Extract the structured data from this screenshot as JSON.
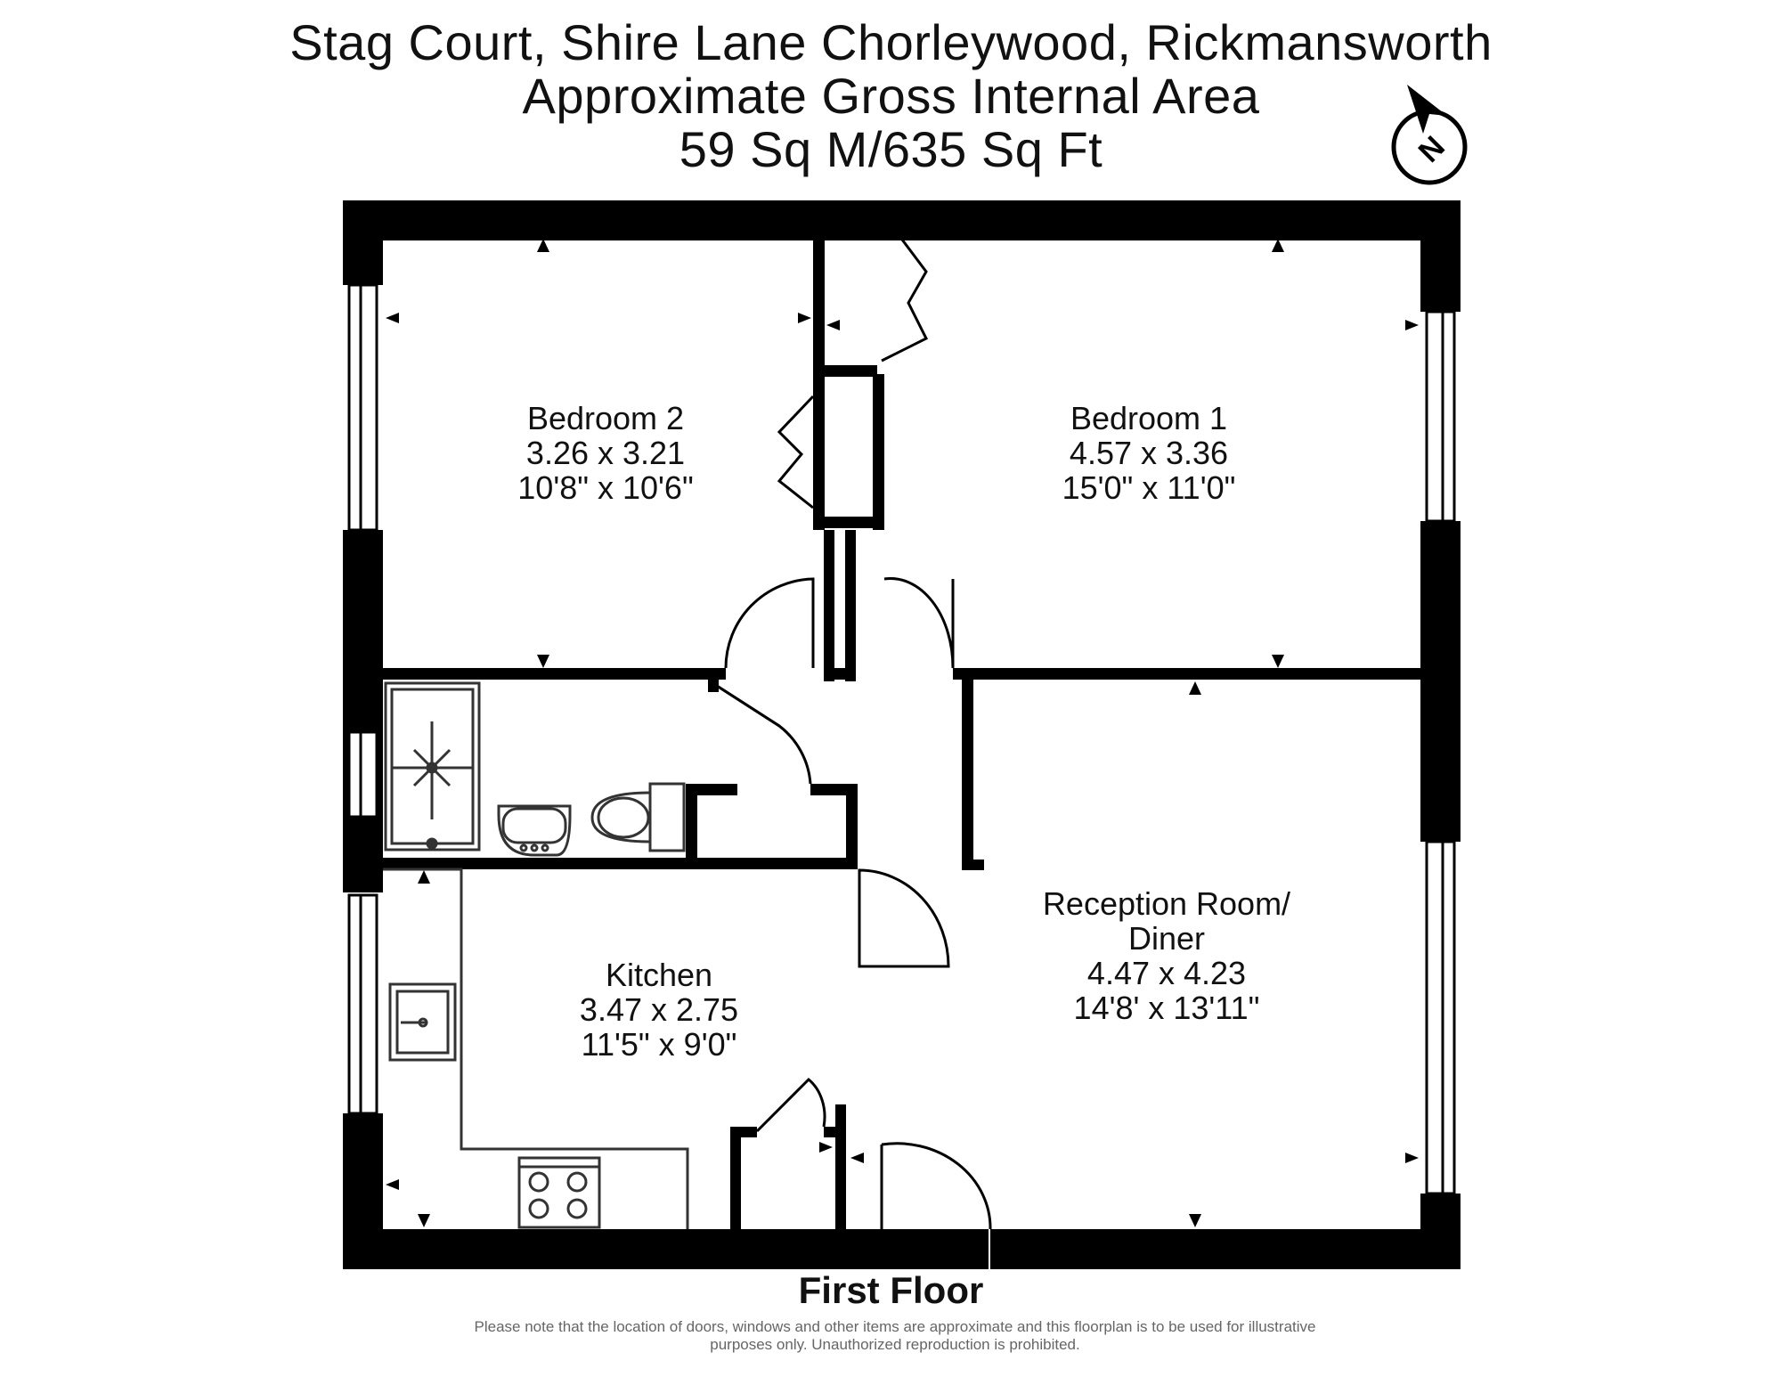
{
  "header": {
    "line1": "Stag Court, Shire Lane Chorleywood, Rickmansworth",
    "line2": "Approximate Gross Internal Area",
    "line3": "59 Sq M/635 Sq Ft"
  },
  "compass": {
    "letter": "N",
    "icon": "north-arrow-icon"
  },
  "rooms": {
    "bedroom2": {
      "name": "Bedroom 2",
      "metric": "3.26 x 3.21",
      "imperial": "10'8\" x 10'6\""
    },
    "bedroom1": {
      "name": "Bedroom 1",
      "metric": "4.57 x 3.36",
      "imperial": "15'0\" x 11'0\""
    },
    "reception": {
      "name_line1": "Reception Room/",
      "name_line2": "Diner",
      "metric": "4.47 x 4.23",
      "imperial": "14'8' x 13'11\""
    },
    "kitchen": {
      "name": "Kitchen",
      "metric": "3.47 x 2.75",
      "imperial": "11'5\" x 9'0\""
    }
  },
  "floor_label": "First Floor",
  "disclaimer": {
    "line1": "Please note that the location of doors, windows and other items are approximate and this floorplan is to be used for illustrative",
    "line2": "purposes only. Unauthorized reproduction is prohibited."
  },
  "colors": {
    "wall": "#000000",
    "background": "#ffffff",
    "fixture": "#333333"
  }
}
